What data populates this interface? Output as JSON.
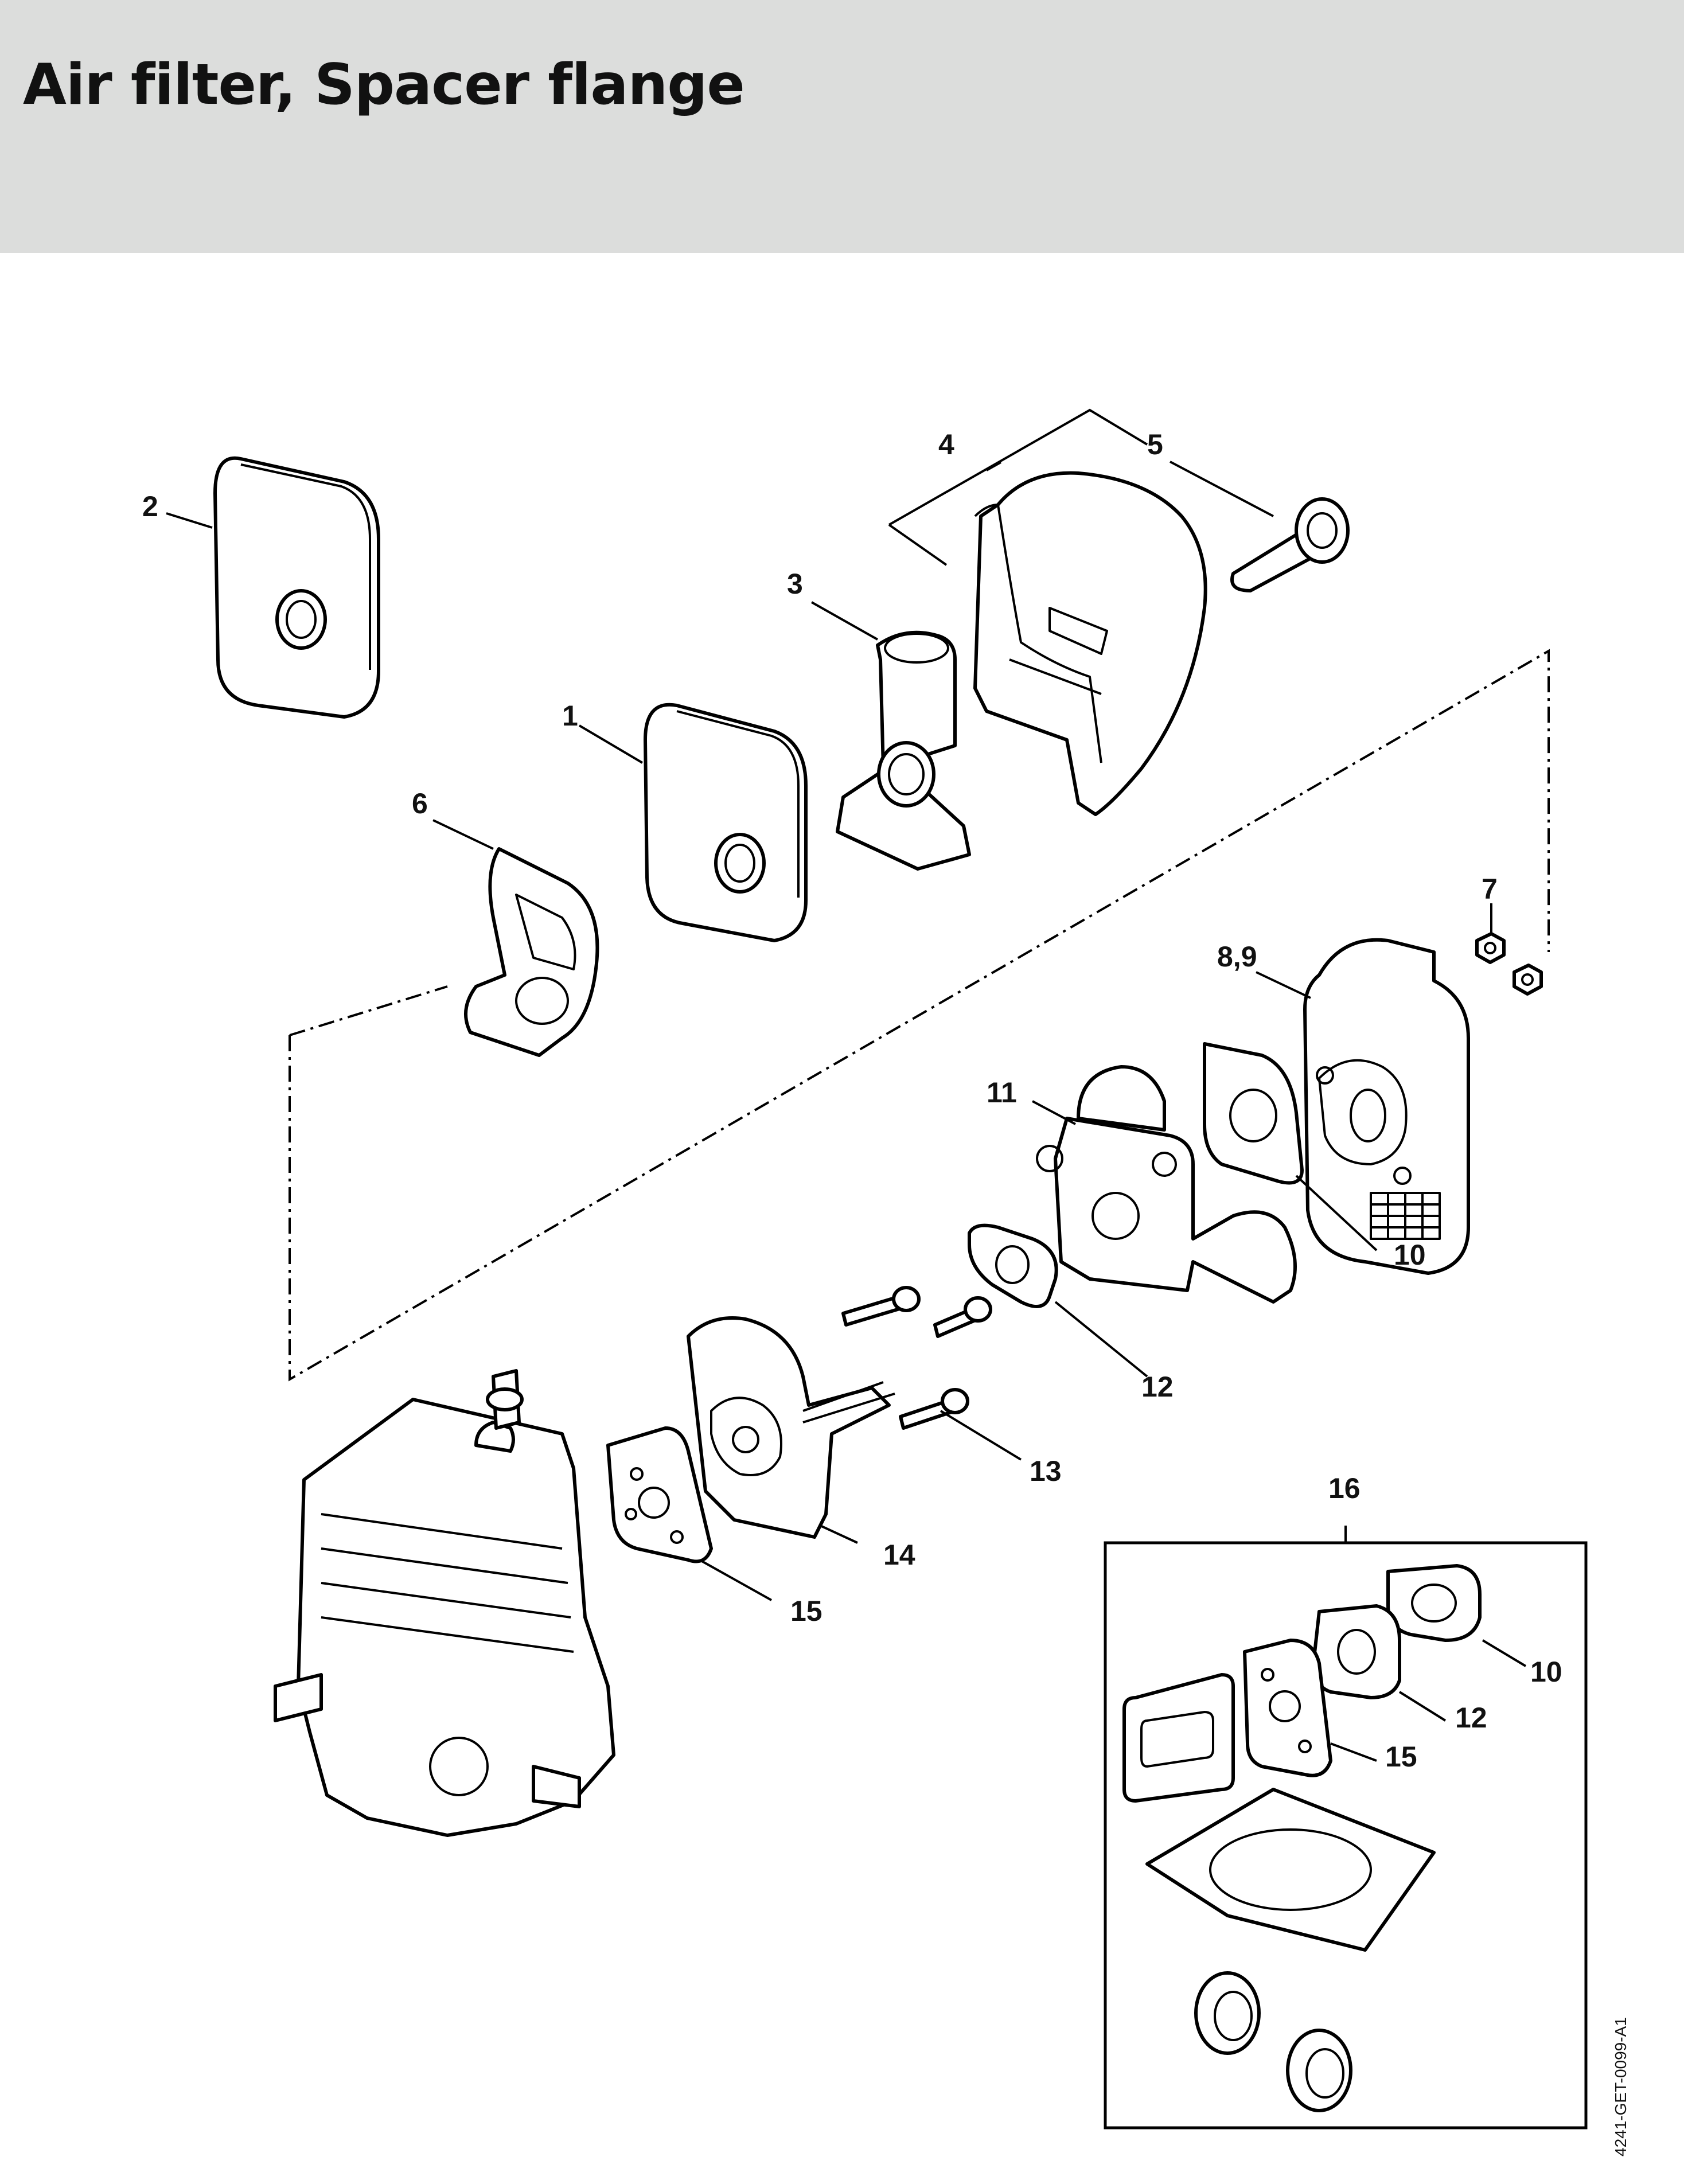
{
  "header": {
    "title": "Air filter, Spacer flange",
    "background_color": "#dcdddc"
  },
  "diagram": {
    "reference_code": "4241-GET-0099-A1",
    "callouts": {
      "c1": "1",
      "c2": "2",
      "c3": "3",
      "c4": "4",
      "c5": "5",
      "c6": "6",
      "c7": "7",
      "c8_9": "8,9",
      "c10": "10",
      "c11": "11",
      "c12": "12",
      "c13": "13",
      "c14": "14",
      "c15": "15",
      "c16": "16",
      "k10": "10",
      "k12": "12",
      "k15": "15"
    }
  }
}
